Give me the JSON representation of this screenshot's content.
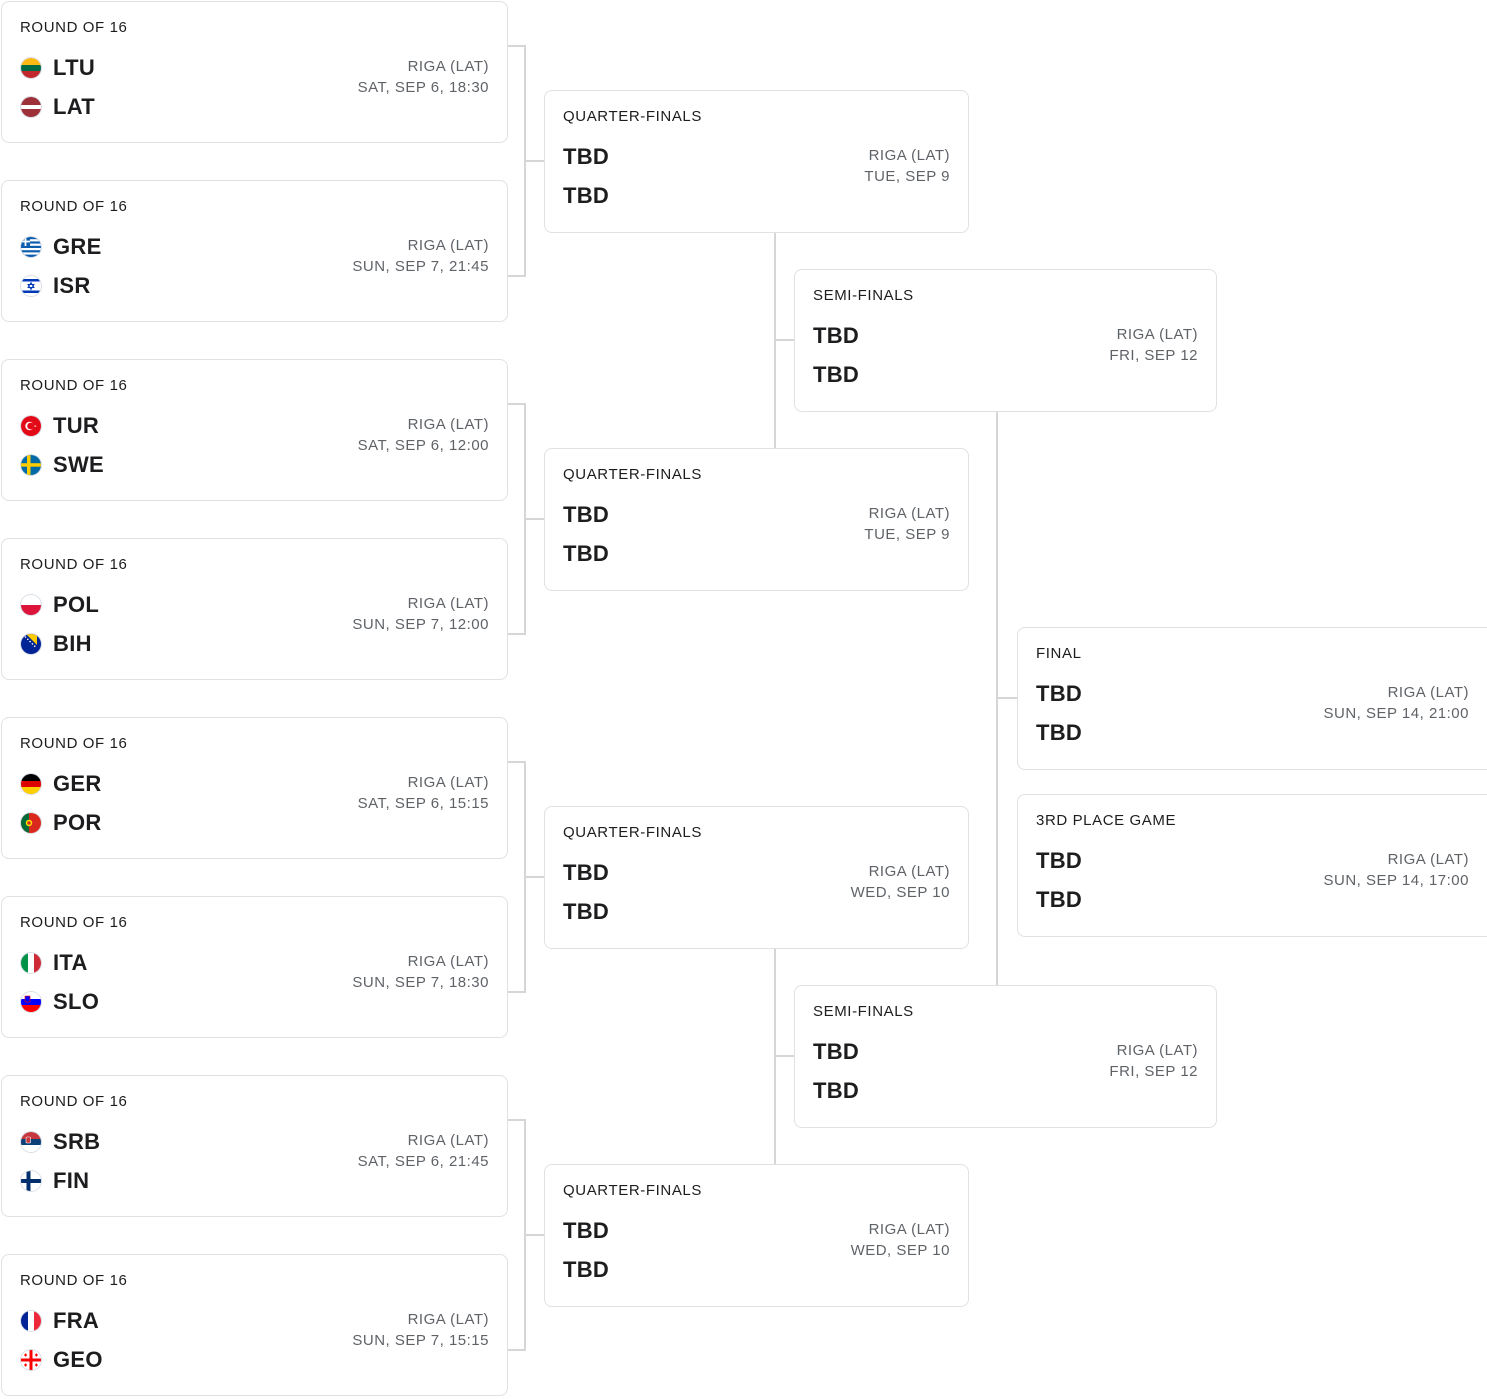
{
  "colors": {
    "border": "#e1e1e1",
    "connector": "#d6d6d6",
    "meta_text": "#5f6368",
    "team_text": "#1d1d1f"
  },
  "round_of_16": [
    {
      "label": "ROUND OF 16",
      "teams": [
        {
          "code": "LTU",
          "flag": "ltu-flag-icon"
        },
        {
          "code": "LAT",
          "flag": "lat-flag-icon"
        }
      ],
      "venue": "RIGA (LAT)",
      "datetime": "SAT, SEP 6, 18:30"
    },
    {
      "label": "ROUND OF 16",
      "teams": [
        {
          "code": "GRE",
          "flag": "gre-flag-icon"
        },
        {
          "code": "ISR",
          "flag": "isr-flag-icon"
        }
      ],
      "venue": "RIGA (LAT)",
      "datetime": "SUN, SEP 7, 21:45"
    },
    {
      "label": "ROUND OF 16",
      "teams": [
        {
          "code": "TUR",
          "flag": "tur-flag-icon"
        },
        {
          "code": "SWE",
          "flag": "swe-flag-icon"
        }
      ],
      "venue": "RIGA (LAT)",
      "datetime": "SAT, SEP 6, 12:00"
    },
    {
      "label": "ROUND OF 16",
      "teams": [
        {
          "code": "POL",
          "flag": "pol-flag-icon"
        },
        {
          "code": "BIH",
          "flag": "bih-flag-icon"
        }
      ],
      "venue": "RIGA (LAT)",
      "datetime": "SUN, SEP 7, 12:00"
    },
    {
      "label": "ROUND OF 16",
      "teams": [
        {
          "code": "GER",
          "flag": "ger-flag-icon"
        },
        {
          "code": "POR",
          "flag": "por-flag-icon"
        }
      ],
      "venue": "RIGA (LAT)",
      "datetime": "SAT, SEP 6, 15:15"
    },
    {
      "label": "ROUND OF 16",
      "teams": [
        {
          "code": "ITA",
          "flag": "ita-flag-icon"
        },
        {
          "code": "SLO",
          "flag": "slo-flag-icon"
        }
      ],
      "venue": "RIGA (LAT)",
      "datetime": "SUN, SEP 7, 18:30"
    },
    {
      "label": "ROUND OF 16",
      "teams": [
        {
          "code": "SRB",
          "flag": "srb-flag-icon"
        },
        {
          "code": "FIN",
          "flag": "fin-flag-icon"
        }
      ],
      "venue": "RIGA (LAT)",
      "datetime": "SAT, SEP 6, 21:45"
    },
    {
      "label": "ROUND OF 16",
      "teams": [
        {
          "code": "FRA",
          "flag": "fra-flag-icon"
        },
        {
          "code": "GEO",
          "flag": "geo-flag-icon"
        }
      ],
      "venue": "RIGA (LAT)",
      "datetime": "SUN, SEP 7, 15:15"
    }
  ],
  "quarter_finals": [
    {
      "label": "QUARTER-FINALS",
      "teams": [
        "TBD",
        "TBD"
      ],
      "venue": "RIGA (LAT)",
      "datetime": "TUE, SEP 9"
    },
    {
      "label": "QUARTER-FINALS",
      "teams": [
        "TBD",
        "TBD"
      ],
      "venue": "RIGA (LAT)",
      "datetime": "TUE, SEP 9"
    },
    {
      "label": "QUARTER-FINALS",
      "teams": [
        "TBD",
        "TBD"
      ],
      "venue": "RIGA (LAT)",
      "datetime": "WED, SEP 10"
    },
    {
      "label": "QUARTER-FINALS",
      "teams": [
        "TBD",
        "TBD"
      ],
      "venue": "RIGA (LAT)",
      "datetime": "WED, SEP 10"
    }
  ],
  "semi_finals": [
    {
      "label": "SEMI-FINALS",
      "teams": [
        "TBD",
        "TBD"
      ],
      "venue": "RIGA (LAT)",
      "datetime": "FRI, SEP 12"
    },
    {
      "label": "SEMI-FINALS",
      "teams": [
        "TBD",
        "TBD"
      ],
      "venue": "RIGA (LAT)",
      "datetime": "FRI, SEP 12"
    }
  ],
  "final": {
    "label": "FINAL",
    "teams": [
      "TBD",
      "TBD"
    ],
    "venue": "RIGA (LAT)",
    "datetime": "SUN, SEP 14, 21:00"
  },
  "third_place": {
    "label": "3RD PLACE GAME",
    "teams": [
      "TBD",
      "TBD"
    ],
    "venue": "RIGA (LAT)",
    "datetime": "SUN, SEP 14, 17:00"
  }
}
